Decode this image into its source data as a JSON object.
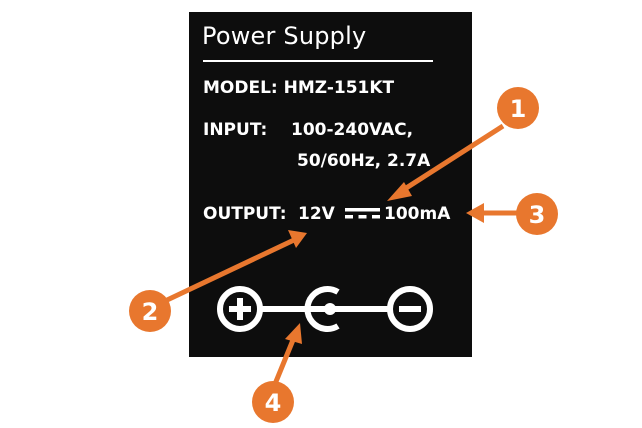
{
  "label": {
    "title": "Power Supply",
    "model": "MODEL: HMZ-151KT",
    "input_label": "INPUT:",
    "input_line1": "100-240VAC,",
    "input_line2": "50/60Hz, 2.7A",
    "output_label": "OUTPUT:",
    "output_voltage": "12V",
    "output_current": "100mA",
    "dc_symbol": "dc-symbol-icon",
    "polarity_symbol": "polarity-diagram-icon"
  },
  "callouts": [
    "1",
    "2",
    "3",
    "4"
  ],
  "colors": {
    "label_bg": "#0d0d0d",
    "label_text": "#ffffff",
    "callout": "#e8772e",
    "background": "#ffffff"
  }
}
